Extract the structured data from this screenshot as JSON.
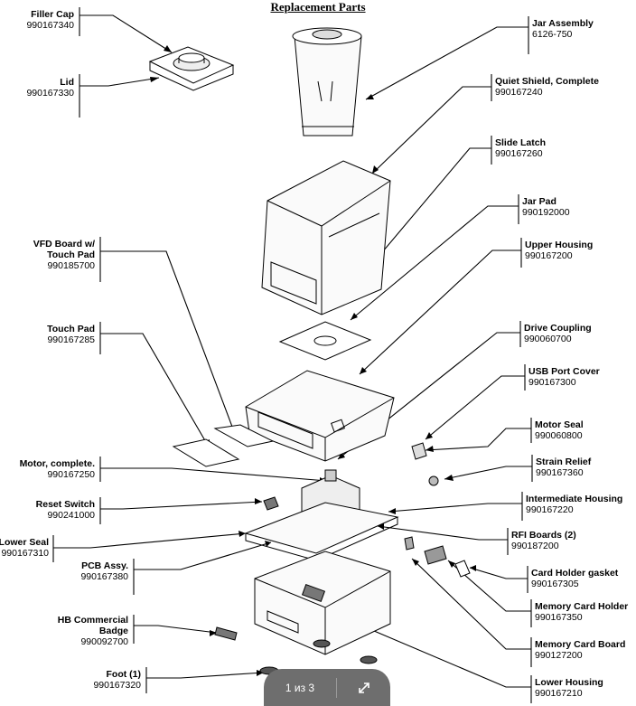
{
  "title": "Replacement Parts",
  "pager": {
    "count": "1 из 3",
    "expand_icon": "expand-icon"
  },
  "parts": {
    "filler_cap": {
      "name": "Filler Cap",
      "number": "990167340"
    },
    "lid": {
      "name": "Lid",
      "number": "990167330"
    },
    "jar_assembly": {
      "name": "Jar Assembly",
      "number": "6126-750"
    },
    "quiet_shield": {
      "name": "Quiet Shield, Complete",
      "number": "990167240"
    },
    "slide_latch": {
      "name": "Slide Latch",
      "number": "990167260"
    },
    "jar_pad": {
      "name": "Jar Pad",
      "number": "990192000"
    },
    "upper_housing": {
      "name": "Upper Housing",
      "number": "990167200"
    },
    "vfd_board": {
      "name_line1": "VFD Board w/",
      "name_line2": "Touch Pad",
      "number": "990185700"
    },
    "touch_pad": {
      "name": "Touch Pad",
      "number": "990167285"
    },
    "drive_coupling": {
      "name": "Drive Coupling",
      "number": "990060700"
    },
    "usb_port_cover": {
      "name": "USB Port Cover",
      "number": "990167300"
    },
    "motor_seal": {
      "name": "Motor Seal",
      "number": "990060800"
    },
    "strain_relief": {
      "name": "Strain Relief",
      "number": "990167360"
    },
    "motor": {
      "name": "Motor, complete.",
      "number": "990167250"
    },
    "reset_switch": {
      "name": "Reset Switch",
      "number": "990241000"
    },
    "intermediate_housing": {
      "name": "Intermediate Housing",
      "number": "990167220"
    },
    "lower_seal": {
      "name": "Lower Seal",
      "number": "990167310"
    },
    "rfi_boards": {
      "name": "RFI Boards (2)",
      "number": "990187200"
    },
    "pcb_assy": {
      "name": "PCB Assy.",
      "number": "990167380"
    },
    "card_holder_gasket": {
      "name": "Card Holder gasket",
      "number": "990167305"
    },
    "memory_card_holder": {
      "name": "Memory Card Holder",
      "number": "990167350"
    },
    "hb_badge": {
      "name_line1": "HB Commercial",
      "name_line2": "Badge",
      "number": "990092700"
    },
    "memory_card_board": {
      "name": "Memory Card Board",
      "number": "990127200"
    },
    "foot": {
      "name": "Foot (1)",
      "number": "990167320"
    },
    "lower_housing": {
      "name": "Lower Housing",
      "number": "990167210"
    }
  }
}
